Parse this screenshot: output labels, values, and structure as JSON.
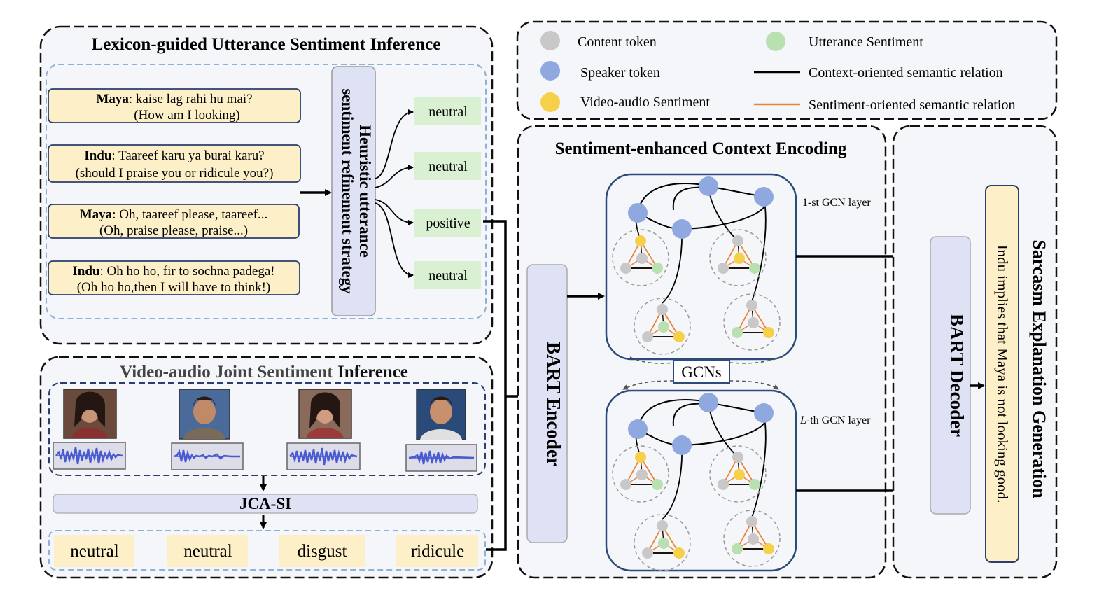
{
  "legend": {
    "content_token": "Content token",
    "speaker_token": "Speaker token",
    "video_audio_sentiment": "Video-audio Sentiment",
    "utterance_sentiment": "Utterance Sentiment",
    "context_relation": "Context-oriented semantic relation",
    "sentiment_relation": "Sentiment-oriented semantic relation",
    "colors": {
      "content": "#c8c8c8",
      "speaker": "#8fa8e0",
      "video_audio": "#f7d04a",
      "utterance": "#b8e0b0",
      "context_line": "#000000",
      "sentiment_line": "#e8853a"
    }
  },
  "lexicon": {
    "title": "Lexicon-guided Utterance Sentiment Inference",
    "utterances": [
      {
        "speaker": "Maya",
        "text": ": kaise lag rahi hu mai?",
        "translation": "(How am I looking)"
      },
      {
        "speaker": "Indu",
        "text": ": Taareef karu ya burai karu?",
        "translation": "(should I praise you or ridicule you?)"
      },
      {
        "speaker": "Maya",
        "text": ": Oh, taareef please, taareef...",
        "translation": "(Oh, praise please, praise...)"
      },
      {
        "speaker": "Indu",
        "text": ": Oh ho ho, fir to sochna padega!",
        "translation": "(Oh ho ho,then I will have to think!)"
      }
    ],
    "strategy_line1": "Heuristic utterance",
    "strategy_line2": "sentiment refinement strategy",
    "sentiments": [
      "neutral",
      "neutral",
      "positive",
      "neutral"
    ]
  },
  "video_audio": {
    "title_part1": "Video-audio Joint Sentiment ",
    "title_part2": "Inference",
    "module": "JCA-SI",
    "sentiments": [
      "neutral",
      "neutral",
      "disgust",
      "ridicule"
    ]
  },
  "encoding": {
    "title": "Sentiment-enhanced Context Encoding",
    "encoder": "BART Encoder",
    "layer1": "1-st GCN layer",
    "layerL_italic": "L",
    "layerL_rest": "-th GCN layer",
    "gcns": "GCNs"
  },
  "generation": {
    "title": "Sarcasm Explanation Generation",
    "decoder": "BART Decoder",
    "output": "Indu implies that Maya is not looking good."
  }
}
